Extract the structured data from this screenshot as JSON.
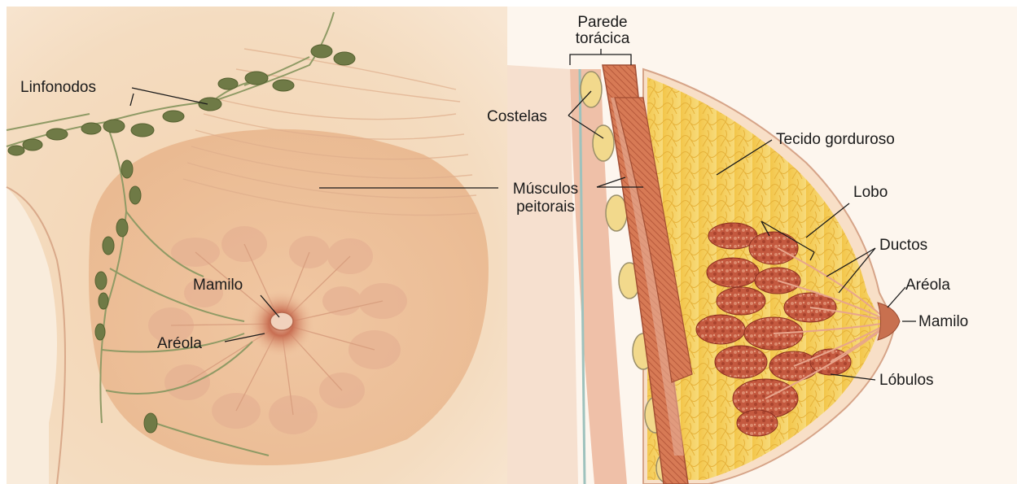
{
  "left_panel": {
    "labels": {
      "linfonodos": "Linfonodos",
      "mamilo": "Mamilo",
      "areola": "Aréola"
    }
  },
  "center_labels": {
    "parede_line1": "Parede",
    "parede_line2": "torácica",
    "costelas": "Costelas",
    "musculos_line1": "Músculos",
    "musculos_line2": "peitorais"
  },
  "right_panel": {
    "labels": {
      "tecido": "Tecido gorduroso",
      "lobo": "Lobo",
      "ductos": "Ductos",
      "areola": "Aréola",
      "mamilo": "Mamilo",
      "lobulos": "Lóbulos"
    }
  },
  "colors": {
    "skin_light": "#f6dfc2",
    "skin_mid": "#eec9a3",
    "fat_yellow": "#f5cf55",
    "muscle_red": "#d4734e",
    "lobule_red": "#c1553d",
    "lymph_green": "#7d8a55"
  }
}
